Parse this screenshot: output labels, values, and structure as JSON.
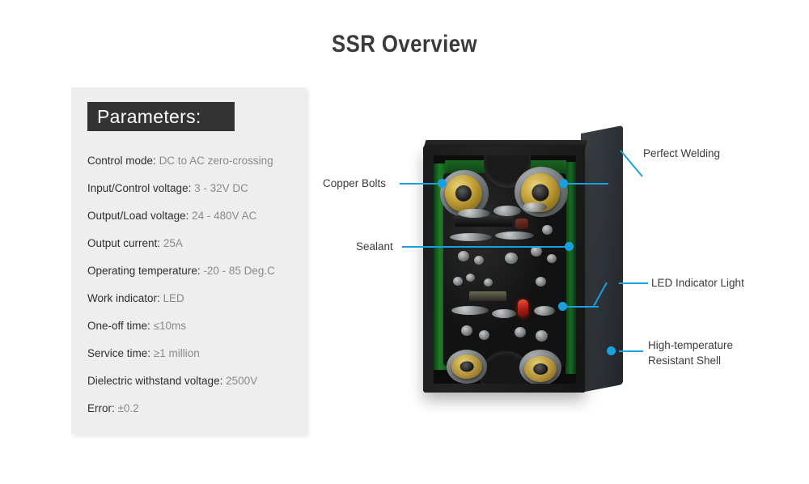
{
  "page": {
    "title": "SSR Overview",
    "accent_color": "#1a9fe0",
    "panel_bg": "#eeeeee",
    "header_bg": "#333333",
    "background": "#ffffff"
  },
  "parameters_panel": {
    "header": "Parameters:",
    "rows": [
      {
        "label": "Control mode:",
        "value": "DC to AC zero-crossing"
      },
      {
        "label": "Input/Control voltage:",
        "value": "3 - 32V DC"
      },
      {
        "label": "Output/Load voltage:",
        "value": "24 - 480V AC"
      },
      {
        "label": "Output current:",
        "value": "25A"
      },
      {
        "label": "Operating temperature:",
        "value": "-20 - 85 Deg.C"
      },
      {
        "label": "Work indicator:",
        "value": "LED"
      },
      {
        "label": "One-off time:",
        "value": "≤10ms"
      },
      {
        "label": "Service time:",
        "value": "≥1 million"
      },
      {
        "label": "Dielectric withstand voltage:",
        "value": "2500V"
      },
      {
        "label": "Error:",
        "value": "±0.2"
      }
    ]
  },
  "callouts": [
    {
      "id": "copper-bolts",
      "text": "Copper Bolts",
      "side": "left"
    },
    {
      "id": "sealant",
      "text": "Sealant",
      "side": "left"
    },
    {
      "id": "perfect-welding",
      "text": "Perfect Welding",
      "side": "right"
    },
    {
      "id": "led-indicator-light",
      "text": "LED Indicator Light",
      "side": "right"
    },
    {
      "id": "high-temperature-resistant-shell",
      "text_line1": "High-temperature",
      "text_line2": "Resistant Shell",
      "side": "right"
    }
  ],
  "product": {
    "name": "solid-state-relay",
    "housing_color": "#1b1b1b",
    "pcb_color": "#1f7d28",
    "bolt_color": "#c9a73f",
    "led_color": "#b82317"
  }
}
